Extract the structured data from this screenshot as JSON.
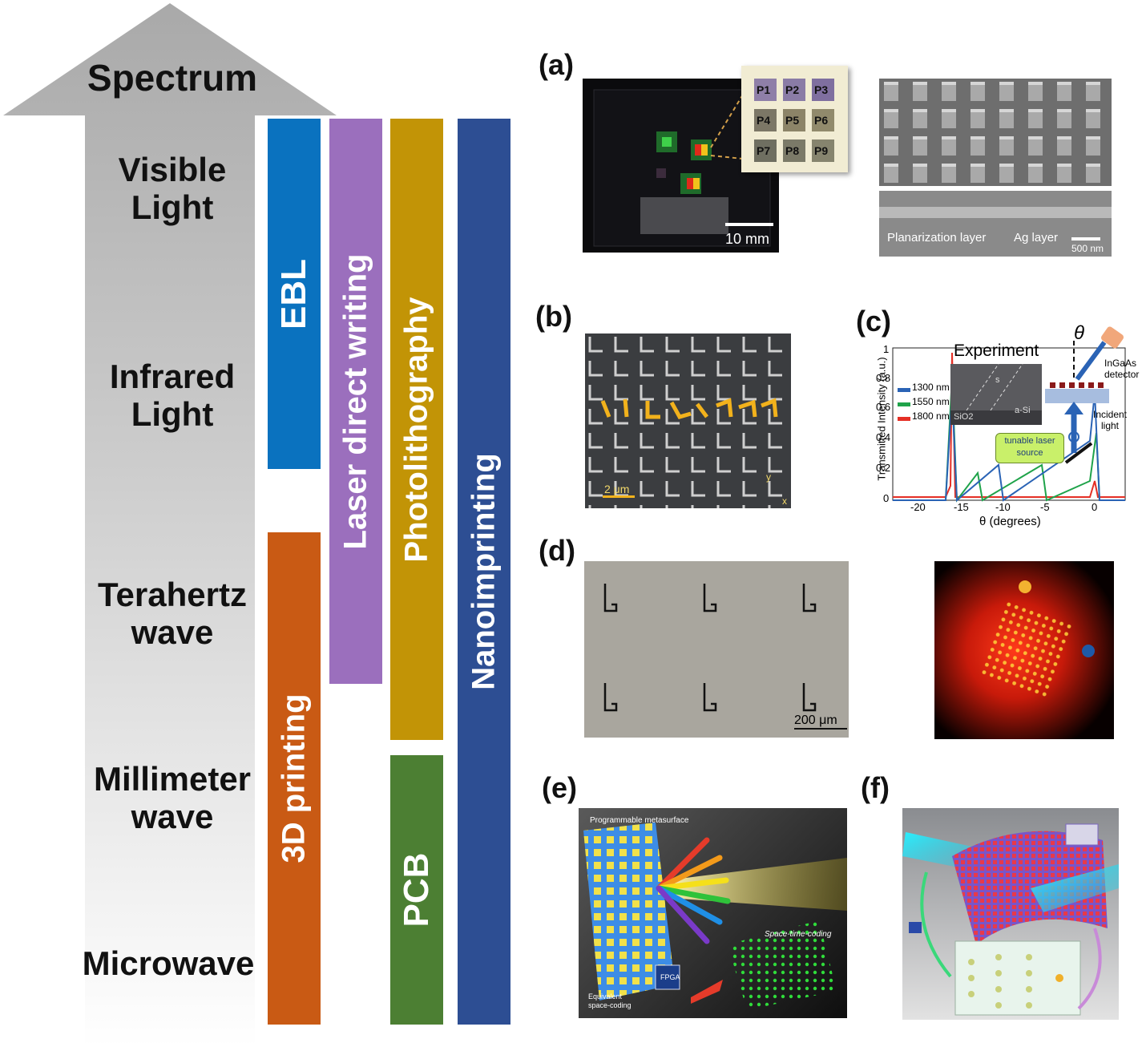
{
  "spectrum_arrow": {
    "title": "Spectrum",
    "bands": [
      {
        "line1": "Visible",
        "line2": "Light"
      },
      {
        "line1": "Infrared",
        "line2": "Light"
      },
      {
        "line1": "Terahertz",
        "line2": "wave"
      },
      {
        "line1": "Millimeter",
        "line2": "wave"
      },
      {
        "line1": "Microwave",
        "line2": ""
      }
    ]
  },
  "techniques": [
    {
      "label": "EBL",
      "color": "#0a72bf"
    },
    {
      "label": "3D printing",
      "color": "#c95a14"
    },
    {
      "label": "Laser direct writing",
      "color": "#9b6fbd"
    },
    {
      "label": "Photolithography",
      "color": "#c29406"
    },
    {
      "label": "PCB",
      "color": "#4c7f33"
    },
    {
      "label": "Nanoimprinting",
      "color": "#2d4e93"
    }
  ],
  "panels": {
    "a": {
      "letter": "(a)",
      "pixels": [
        "P1",
        "P2",
        "P3",
        "P4",
        "P5",
        "P6",
        "P7",
        "P8",
        "P9"
      ],
      "scale_left": "10 mm",
      "sem_labels": [
        "Planarization layer",
        "Ag layer"
      ],
      "scale_right": "500 nm"
    },
    "b": {
      "letter": "(b)",
      "scale": "2 μm",
      "axis_y": "y",
      "axis_x": "x"
    },
    "c": {
      "letter": "(c)",
      "title": "Experiment",
      "ylabel": "Transmitted Intensity (a.u.)",
      "xlabel": "θ (degrees)",
      "legend": [
        "1300 nm",
        "1550 nm",
        "1800 nm"
      ],
      "yticks": [
        "0",
        "0.2",
        "0.4",
        "0.6",
        "0.8",
        "1"
      ],
      "xticks": [
        "-20",
        "-15",
        "-10",
        "-5",
        "0"
      ],
      "inset_labels": [
        "SiO2",
        "a-Si",
        "s"
      ],
      "theta": "θ",
      "detector": "InGaAs detector",
      "incident": "Incident light",
      "source": "tunable laser source"
    },
    "d": {
      "letter": "(d)",
      "scale": "200 μm"
    },
    "e": {
      "letter": "(e)",
      "title": "Programmable metasurface",
      "coding": "Space-time-coding",
      "equiv": "Equivalent space-coding",
      "chip": "FPGA"
    },
    "f": {
      "letter": "(f)"
    }
  }
}
